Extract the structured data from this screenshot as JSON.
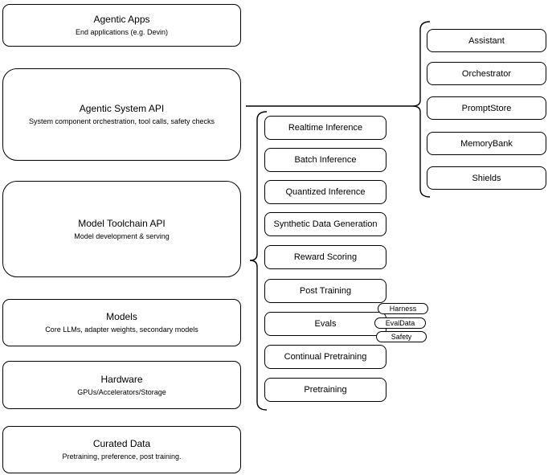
{
  "diagram": {
    "left_stack": [
      {
        "title": "Agentic Apps",
        "subtitle": "End applications (e.g. Devin)"
      },
      {
        "title": "Agentic System API",
        "subtitle": "System component orchestration, tool calls, safety checks"
      },
      {
        "title": "Model Toolchain API",
        "subtitle": "Model development & serving"
      },
      {
        "title": "Models",
        "subtitle": "Core LLMs, adapter weights, secondary models"
      },
      {
        "title": "Hardware",
        "subtitle": "GPUs/Accelerators/Storage"
      },
      {
        "title": "Curated Data",
        "subtitle": "Pretraining, preference, post training."
      }
    ],
    "toolchain_items": [
      "Realtime Inference",
      "Batch Inference",
      "Quantized Inference",
      "Synthetic Data Generation",
      "Reward Scoring",
      "Post Training",
      "Evals",
      "Continual Pretraining",
      "Pretraining"
    ],
    "evals_pills": [
      "Harness",
      "EvalData",
      "Safety"
    ],
    "system_components": [
      "Assistant",
      "Orchestrator",
      "PromptStore",
      "MemoryBank",
      "Shields"
    ],
    "colors": {
      "stroke": "#000000",
      "background": "#ffffff",
      "text": "#000000"
    }
  }
}
